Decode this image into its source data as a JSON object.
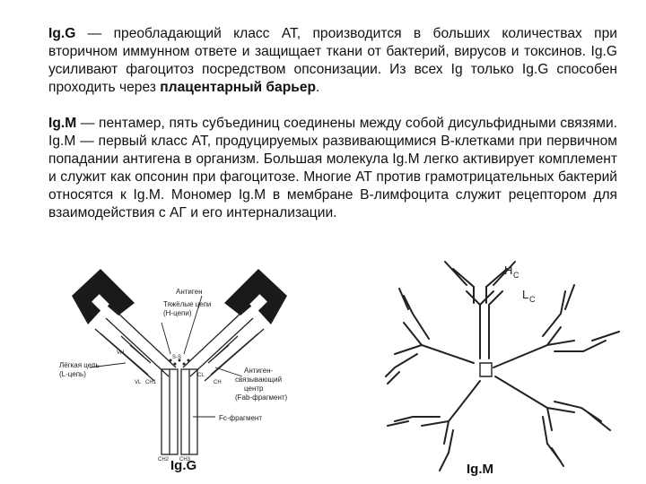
{
  "paragraphs": {
    "igg": {
      "term": "Ig.G",
      "text": " — преобладающий класс АТ, производится в больших количествах при вторичном иммунном ответе и защищает ткани от бактерий, вирусов и токсинов. Ig.G усиливают фагоцитоз посредством опсонизации. Из всех Ig только Ig.G способен проходить через ",
      "emphasis": "плацентарный барьер",
      "end": "."
    },
    "igm": {
      "term": "Ig.M",
      "text": " — пентамер, пять субъединиц соединены между собой дисульфидными связями. Ig.M — первый класс АТ, продуцируемых развивающимися В-клетками при первичном попадании антигена в организм. Большая молекула Ig.M легко активирует комплемент и служит как опсонин при фагоцитозе. Многие АТ против грамотрицательных бактерий относятся к Ig.M. Мономер Ig.M в мембране В-лимфоцита служит рецептором для взаимодействия с АГ и его интернализации."
    }
  },
  "igg_diagram": {
    "antigen": "Антиген",
    "heavy_chains": [
      "Тяжёлые цепи",
      "(Н-цепи)"
    ],
    "light_chain": [
      "Лёгкая цепь",
      "(L-цепь)"
    ],
    "binding_center": [
      "Антиген-",
      "связывающий",
      "центр",
      "(Fab-фрагмент)"
    ],
    "fc_fragment": "Fc-фрагмент",
    "domain_vh": "VH",
    "domain_vl": "VL",
    "domain_ch1": "CH1",
    "domain_ch2": "CH2",
    "domain_ch3": "CH3",
    "domain_ch": "CH",
    "domain_cl": "CL",
    "s_bond": "S-S",
    "caption": "Ig.G"
  },
  "igm_diagram": {
    "hc": "H",
    "hc_sub": "C",
    "lc": "L",
    "lc_sub": "C",
    "caption": "Ig.M"
  },
  "colors": {
    "text": "#111111",
    "antigen_fill": "#1a1a1a",
    "line": "#222222"
  }
}
